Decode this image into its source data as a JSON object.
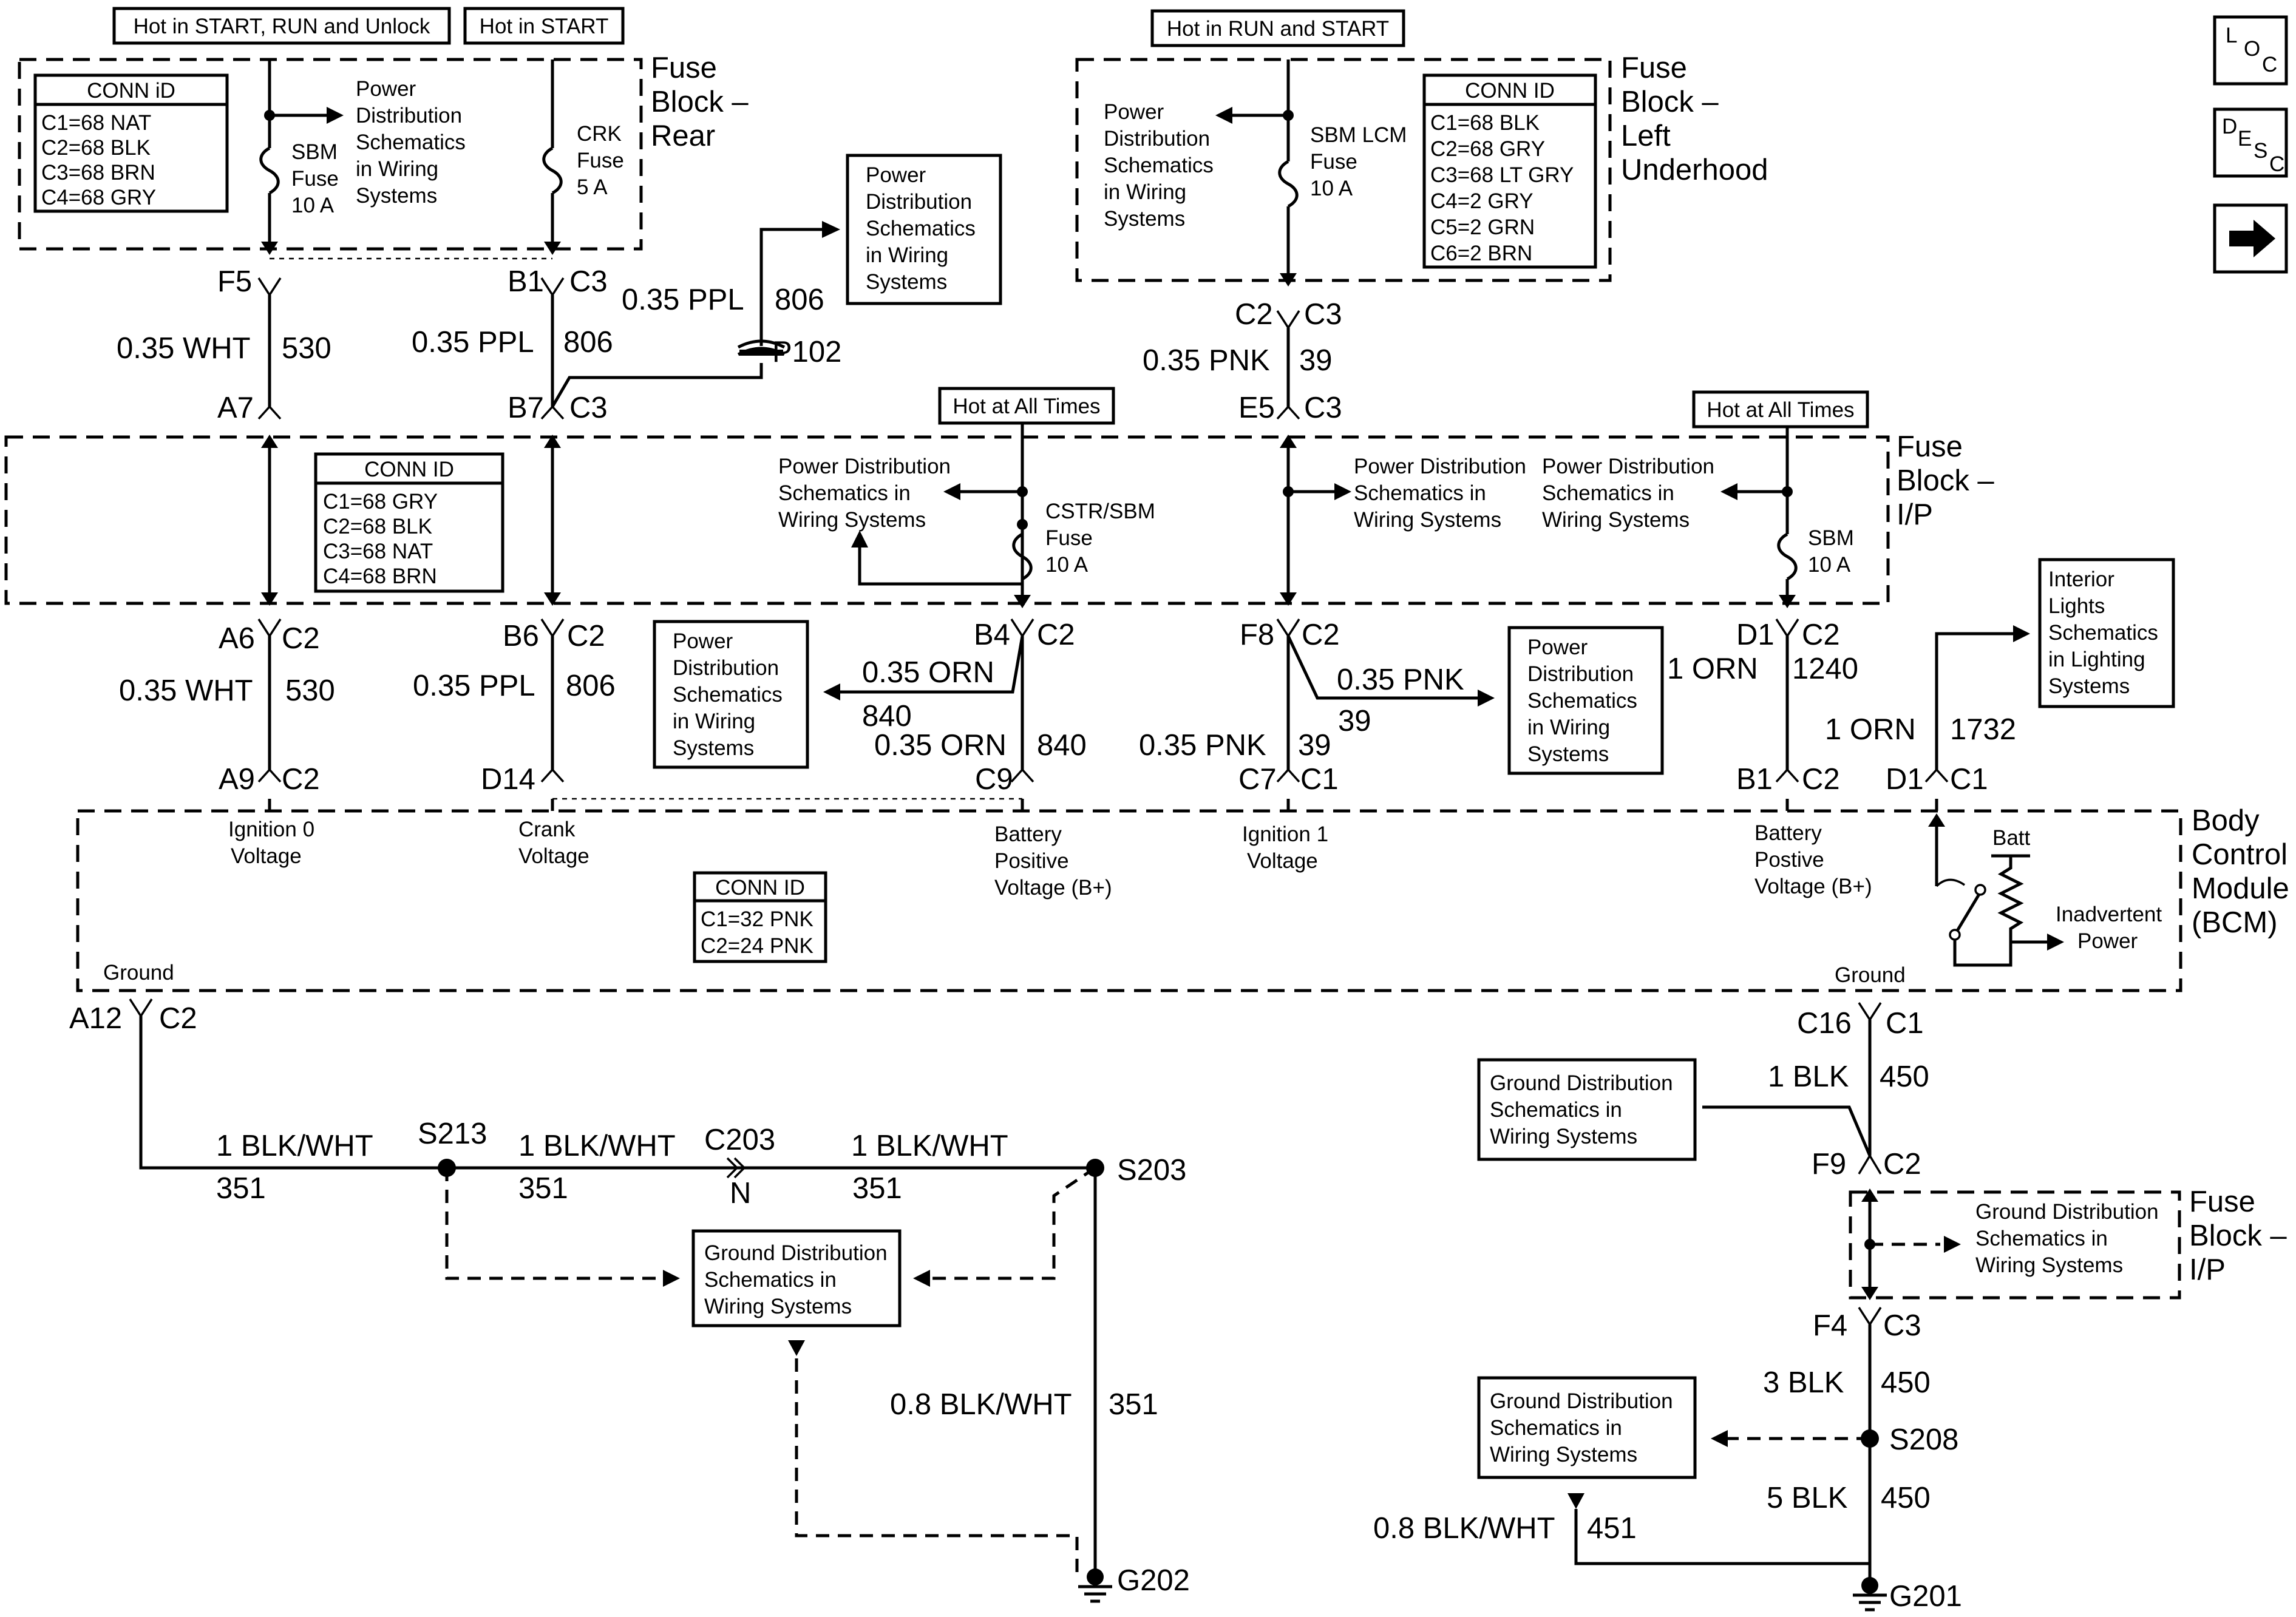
{
  "labels": {
    "hot_start_run_unlock": "Hot in START, RUN and Unlock",
    "hot_start": "Hot in START",
    "hot_run_start": "Hot in RUN and START",
    "hot_all_times": "Hot at All Times",
    "fuse_block_rear": [
      "Fuse",
      "Block –",
      "Rear"
    ],
    "fuse_block_lu": [
      "Fuse",
      "Block –",
      "Left",
      "Underhood"
    ],
    "fuse_block_ip": [
      "Fuse",
      "Block –",
      "I/P"
    ],
    "bcm": [
      "Body",
      "Control",
      "Module",
      "(BCM)"
    ],
    "pds_block": [
      "Power",
      "Distribution",
      "Schematics",
      "in Wiring",
      "Systems"
    ],
    "pds_inline": [
      "Power Distribution",
      "Schematics in",
      "Wiring Systems"
    ],
    "gds_inline": [
      "Ground Distribution",
      "Schematics in",
      "Wiring Systems"
    ],
    "interior_lights": [
      "Interior",
      "Lights",
      "Schematics",
      "in Lighting",
      "Systems"
    ],
    "conn_id_title_a": "CONN iD",
    "conn_id_title_b": "CONN ID",
    "ground": "Ground",
    "batt": "Batt"
  },
  "nav_icons": {
    "loc": [
      "L",
      "O",
      "C"
    ],
    "desc": [
      "D",
      "E",
      "S",
      "C"
    ]
  },
  "fuses": {
    "sbm_rear": [
      "SBM",
      "Fuse",
      "10 A"
    ],
    "crk": [
      "CRK",
      "Fuse",
      "5 A"
    ],
    "sbm_lcm": [
      "SBM LCM",
      "Fuse",
      "10 A"
    ],
    "cstr_sbm": [
      "CSTR/SBM",
      "Fuse",
      "10 A"
    ],
    "sbm_ip": [
      "SBM",
      "10 A"
    ]
  },
  "conn_ids": {
    "rear": [
      "C1=68 NAT",
      "C2=68 BLK",
      "C3=68 BRN",
      "C4=68 GRY"
    ],
    "underhood": [
      "C1=68 BLK",
      "C2=68 GRY",
      "C3=68 LT GRY",
      "C4=2 GRY",
      "C5=2 GRN",
      "C6=2 BRN"
    ],
    "ip": [
      "C1=68 GRY",
      "C2=68 BLK",
      "C3=68 NAT",
      "C4=68 BRN"
    ],
    "bcm": [
      "C1=32 PNK",
      "C2=24 PNK"
    ]
  },
  "bcm_inputs": {
    "ignition0": [
      "Ignition 0",
      "Voltage"
    ],
    "crank": [
      "Crank",
      "Voltage"
    ],
    "batt_pos": [
      "Battery",
      "Positive",
      "Voltage (B+)"
    ],
    "ignition1": [
      "Ignition  1",
      "Voltage"
    ],
    "batt_postive": [
      "Battery",
      "Postive",
      "Voltage (B+)"
    ],
    "inadvertent": [
      "Inadvertent",
      "Power"
    ]
  },
  "pins": {
    "F5": "F5",
    "B1": "B1",
    "C3": "C3",
    "A7": "A7",
    "B7": "B7",
    "A6": "A6",
    "C2": "C2",
    "B6": "B6",
    "A9": "A9",
    "D14": "D14",
    "B4": "B4",
    "C9": "C9",
    "F8": "F8",
    "C7": "C7",
    "C1": "C1",
    "E5": "E5",
    "D1": "D1",
    "A12": "A12",
    "C16": "C16",
    "F9": "F9",
    "F4": "F4"
  },
  "wires": {
    "wht": "0.35 WHT",
    "ppl": "0.35 PPL",
    "pnk": "0.35 PNK",
    "orn": "0.35 ORN",
    "orn1": "1 ORN",
    "blkwht1": "1 BLK/WHT",
    "blkwht08": "0.8 BLK/WHT",
    "blk1": "1 BLK",
    "blk3": "3 BLK",
    "blk5": "5 BLK",
    "c530": "530",
    "c806": "806",
    "c39": "39",
    "c840": "840",
    "c1240": "1240",
    "c1732": "1732",
    "c351": "351",
    "c450": "450",
    "c451": "451"
  },
  "nodes": {
    "P102": "P102",
    "S213": "S213",
    "C203": "C203",
    "N": "N",
    "S203": "S203",
    "G202": "G202",
    "S208": "S208",
    "G201": "G201"
  }
}
